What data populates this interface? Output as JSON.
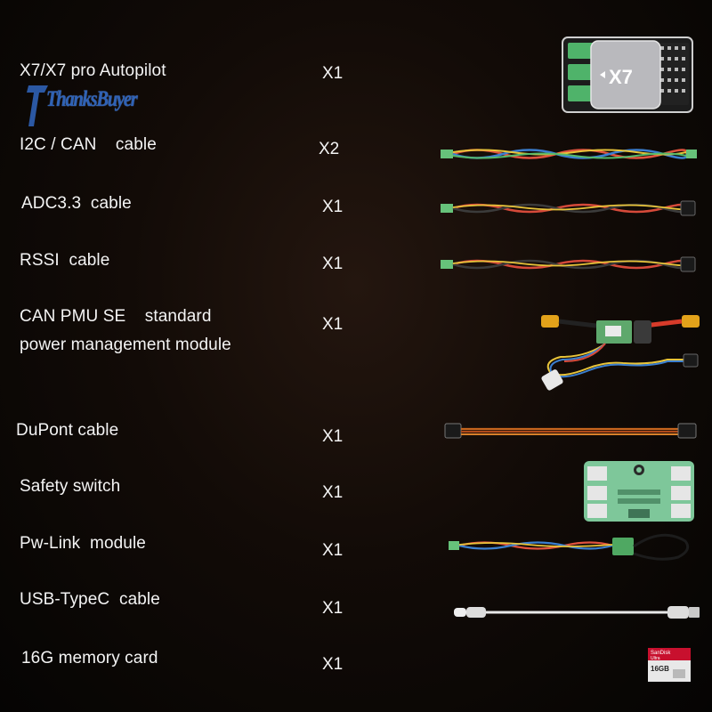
{
  "watermark": {
    "text": "ThanksBuyer"
  },
  "items": [
    {
      "name": "X7/X7 pro Autopilot",
      "qty": "X1",
      "icon": "autopilot-board-icon"
    },
    {
      "name": "I2C / CAN    cable",
      "qty": "X2",
      "icon": "twisted-cable-icon"
    },
    {
      "name": "ADC3.3  cable",
      "qty": "X1",
      "icon": "twisted-cable-icon"
    },
    {
      "name": "RSSI  cable",
      "qty": "X1",
      "icon": "twisted-cable-icon"
    },
    {
      "name": "CAN PMU SE    standard\npower management module",
      "qty": "X1",
      "icon": "power-module-icon"
    },
    {
      "name": "DuPont cable",
      "qty": "X1",
      "icon": "dupont-cable-icon"
    },
    {
      "name": "Safety switch",
      "qty": "X1",
      "icon": "safety-switch-board-icon"
    },
    {
      "name": "Pw-Link  module",
      "qty": "X1",
      "icon": "pw-link-module-icon"
    },
    {
      "name": "USB-TypeC  cable",
      "qty": "X1",
      "icon": "usb-typec-cable-icon"
    },
    {
      "name": "16G memory card",
      "qty": "X1",
      "icon": "memory-card-icon"
    }
  ],
  "card": {
    "brand": "SanDisk",
    "line": "Ultra",
    "capacity": "16GB"
  },
  "board": {
    "label": "X7"
  },
  "colors": {
    "background": "#0b0705",
    "text": "#f4f4f4",
    "watermark": "#2f62b5"
  }
}
